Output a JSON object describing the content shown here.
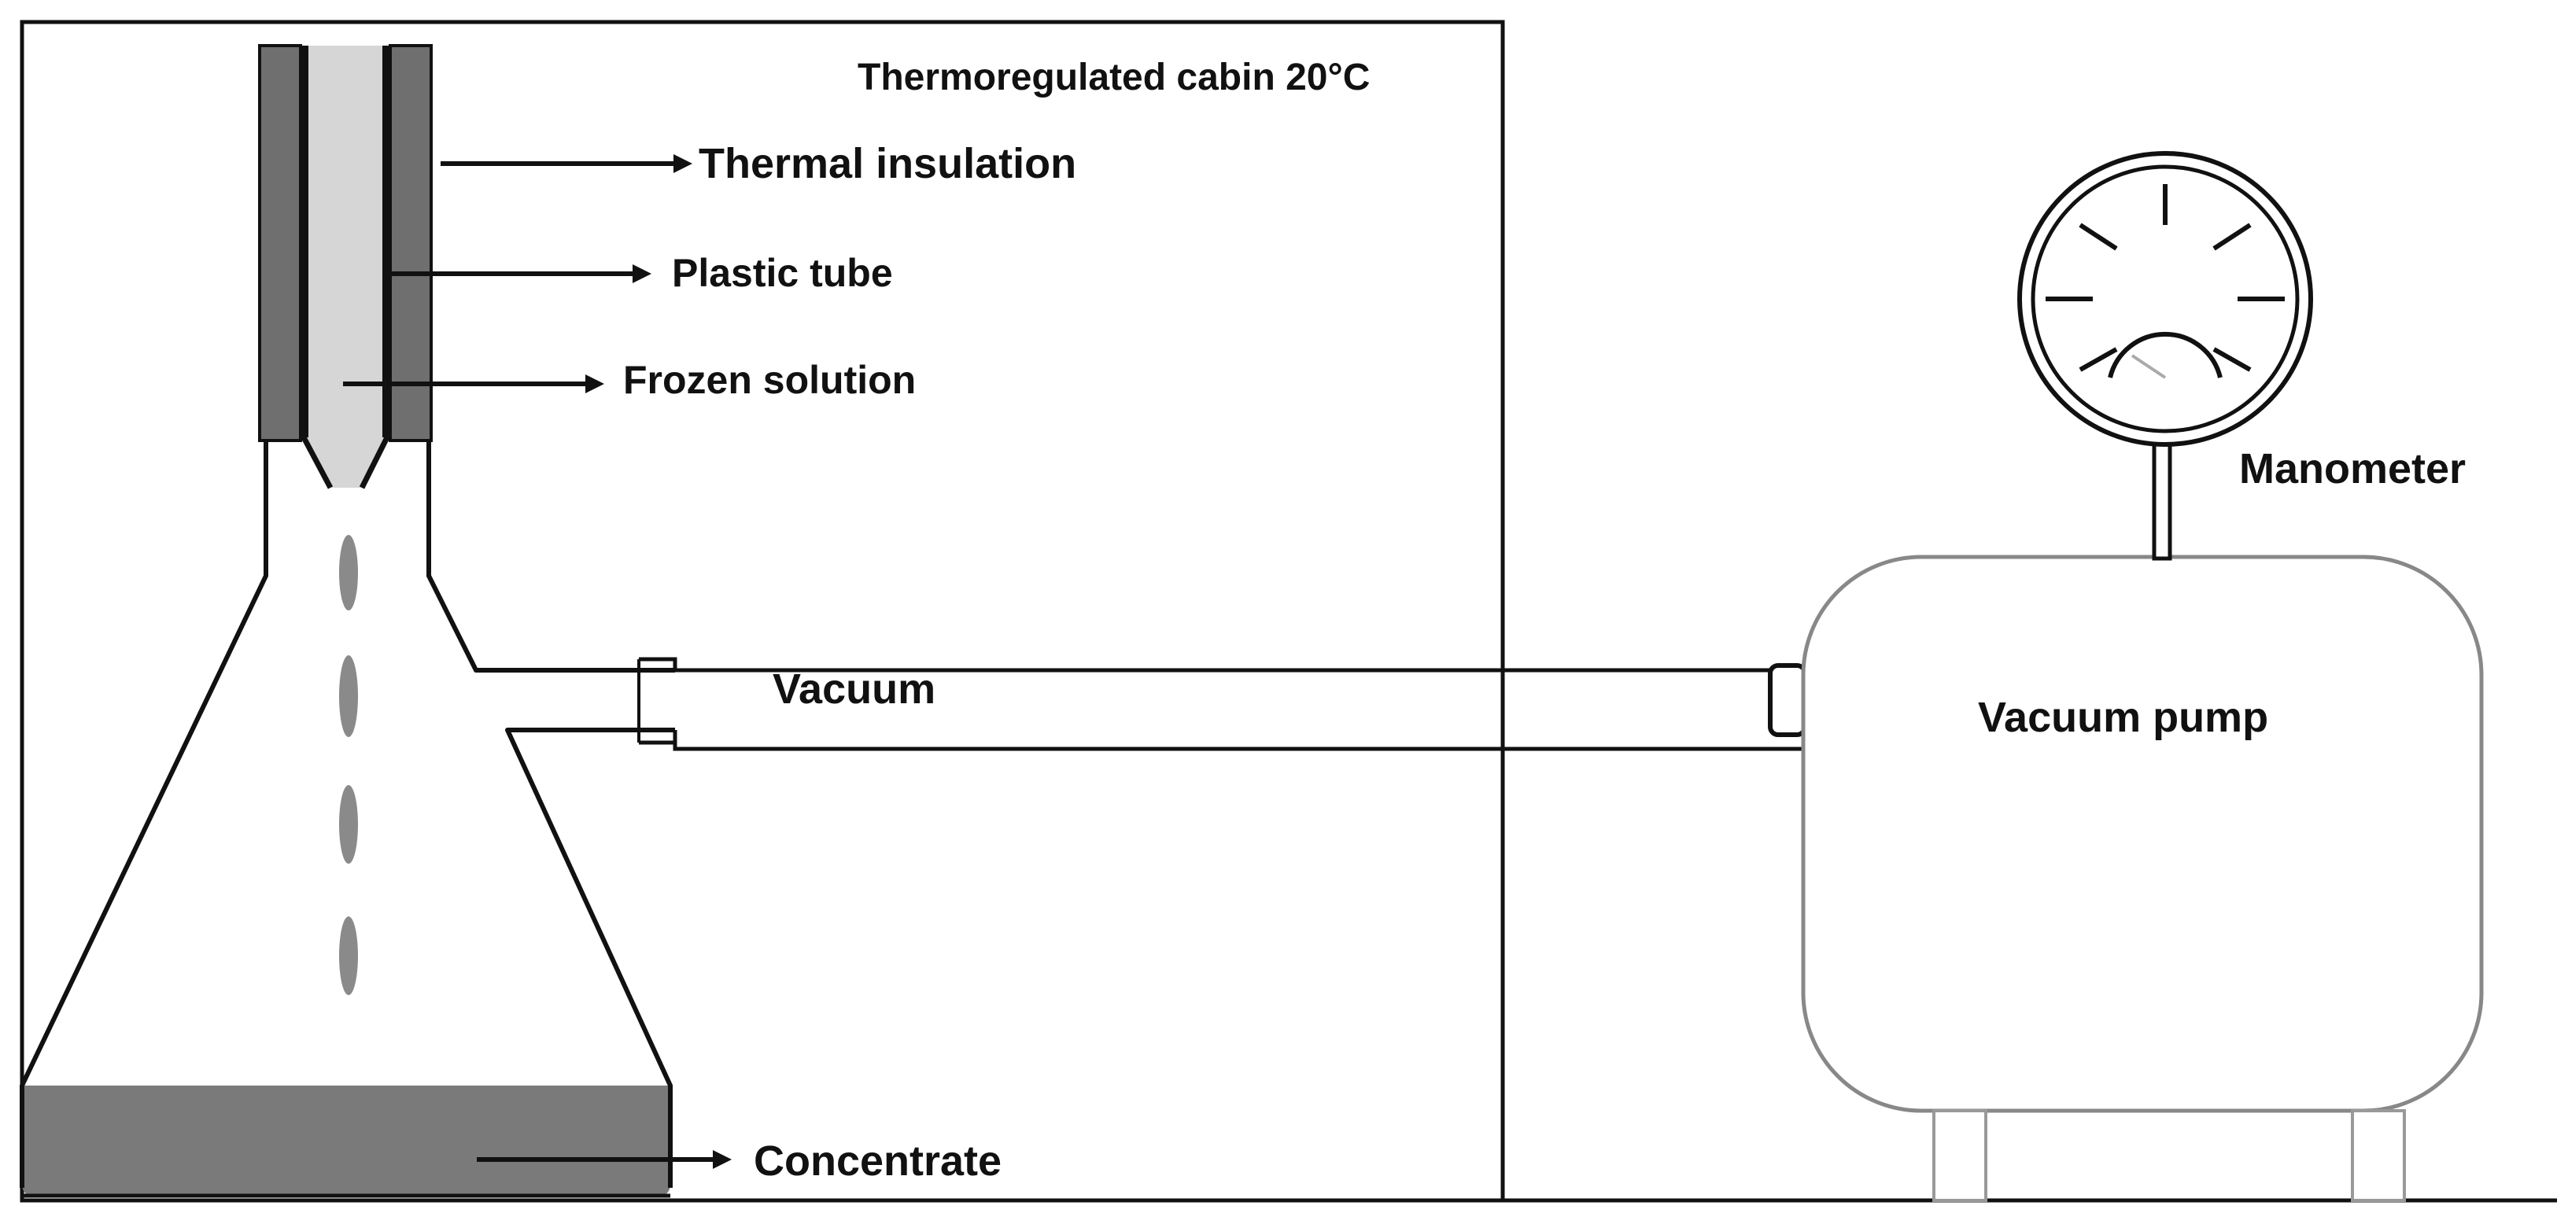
{
  "labels": {
    "cabin": "Thermoregulated cabin 20°C",
    "thermal_insulation": "Thermal insulation",
    "plastic_tube": "Plastic tube",
    "frozen_solution": "Frozen solution",
    "vacuum": "Vacuum",
    "vacuum_pump": "Vacuum pump",
    "manometer": "Manometer",
    "concentrate": "Concentrate"
  },
  "colors": {
    "line": "#111111",
    "insulation": "#6f6f6f",
    "frozen_solution": "#d6d6d6",
    "concentrate": "#7a7a7a",
    "droplet": "#8a8a8a",
    "pump_outline": "#888888"
  }
}
